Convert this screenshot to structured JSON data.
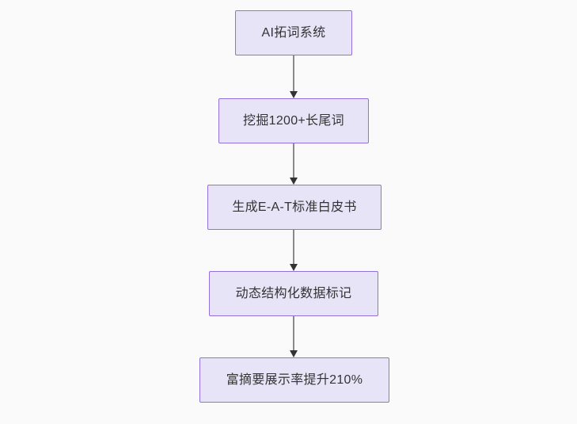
{
  "diagram": {
    "type": "flowchart",
    "direction": "top-to-bottom",
    "background_color": "#fafafa",
    "node_fill_color": "#e8e4f8",
    "node_border_color": "#9370db",
    "node_text_color": "#333333",
    "edge_color": "#8a8a8a",
    "arrowhead_color": "#333333",
    "nodes": [
      {
        "id": "n1",
        "label": "AI拓词系统"
      },
      {
        "id": "n2",
        "label": "挖掘1200+长尾词"
      },
      {
        "id": "n3",
        "label": "生成E-A-T标准白皮书"
      },
      {
        "id": "n4",
        "label": "动态结构化数据标记"
      },
      {
        "id": "n5",
        "label": "富摘要展示率提升210%"
      }
    ],
    "edges": [
      {
        "from": "n1",
        "to": "n2"
      },
      {
        "from": "n2",
        "to": "n3"
      },
      {
        "from": "n3",
        "to": "n4"
      },
      {
        "from": "n4",
        "to": "n5"
      }
    ]
  }
}
